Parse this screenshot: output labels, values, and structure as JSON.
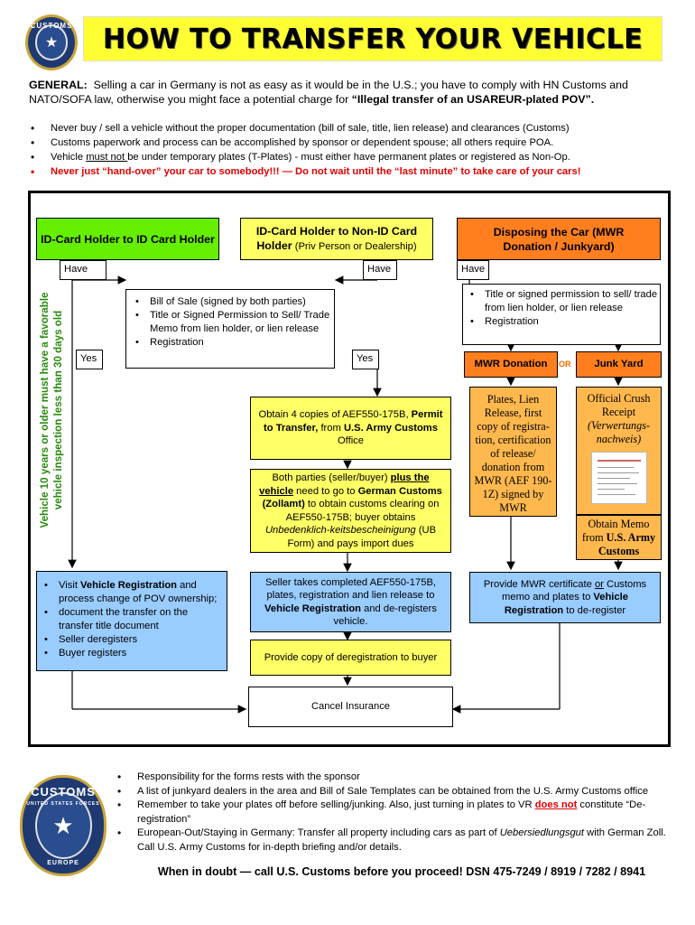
{
  "logo_top": {
    "arc_text": "CUSTOMS"
  },
  "title": "HOW TO  TRANSFER YOUR VEHICLE",
  "general": {
    "label": "GENERAL:",
    "text": "Selling a car in Germany is not as easy as it would be in the U.S.; you have to comply with HN Customs and NATO/SOFA law, otherwise you might face a potential charge for ",
    "emphasis": "“Illegal transfer of an USAREUR-plated POV”."
  },
  "top_bullets": [
    "Never buy / sell a vehicle without the proper documentation (bill of sale, title, lien release) and clearances (Customs)",
    "Customs paperwork and process can be accomplished by sponsor or dependent spouse; all others require POA.",
    {
      "pre": "Vehicle ",
      "underline": "must not ",
      "post": "be under temporary plates (T-Plates) - must either have permanent plates or registered as Non-Op."
    },
    "Never just “hand-over” your car to somebody!!! — Do not wait until the “last minute” to take care of your cars!"
  ],
  "flow": {
    "col1_header": "ID-Card Holder to ID Card Holder",
    "col2_header_bold": "ID-Card Holder to Non-ID Card Holder",
    "col2_header_rest": " (Priv Person or Dealership)",
    "col3_header": "Disposing the Car (MWR Donation / Junkyard)",
    "have": "Have",
    "yes": "Yes",
    "side_line1": "Vehicle 10 years or older must have a favorable",
    "side_line2": "vehicle  inspection less than  30 days old",
    "shared_requirements": [
      "Bill of Sale (signed by both parties)",
      "Title or Signed Permission to Sell/ Trade Memo from lien holder, or lien release",
      "Registration"
    ],
    "disposal_requirements": [
      "Title or signed permission to sell/ trade from lien holder, or lien release",
      "Registration"
    ],
    "mwr_label": "MWR Donation",
    "or_label": "OR",
    "junk_label": "Junk Yard",
    "mwr_docs": "Plates, Lien Release, first copy of registra-tion, certification of release/ donation from MWR (AEF 190-1Z) signed by MWR",
    "junk_receipt_line1": "Official Crush Receipt",
    "junk_receipt_line2": "(Verwertungs-nachweis)",
    "junk_memo_pre": "Obtain Memo from ",
    "junk_memo_bold": "U.S. Army Customs",
    "aef_pre": "Obtain 4 copies of AEF550-175B, ",
    "aef_bold1": "Permit to Transfer,",
    "aef_mid": " from ",
    "aef_bold2": "U.S. Army Customs",
    "aef_post": " Office",
    "zoll_pre": "Both parties (seller/buyer) ",
    "zoll_bold_ul": "plus the vehicle",
    "zoll_mid": " need to go to ",
    "zoll_bold": "German Customs (Zollamt)",
    "zoll_mid2": " to obtain customs clearing on AEF550-175B; buyer obtains ",
    "zoll_italic": "Unbedenklich-keitsbescheinigung",
    "zoll_post": " (UB Form) and pays import dues",
    "col1_steps": [
      {
        "pre": "Visit ",
        "bold": "Vehicle Registration",
        "post": " and process change of POV ownership;"
      },
      {
        "pre": "document the transfer on the transfer title document",
        "bold": "",
        "post": ""
      },
      {
        "pre": "Seller deregisters",
        "bold": "",
        "post": ""
      },
      {
        "pre": "Buyer registers",
        "bold": "",
        "post": ""
      }
    ],
    "seller_pre": "Seller takes completed AEF550-175B, plates, registration and lien release to ",
    "seller_bold": "Vehicle Registration",
    "seller_post": " and de-registers vehicle.",
    "copy_dereg": "Provide copy of deregistration to buyer",
    "mwr_cert_pre": "Provide MWR certificate ",
    "mwr_cert_ul": "or",
    "mwr_cert_mid": " Customs memo and plates to ",
    "mwr_cert_bold": "Vehicle Registration",
    "mwr_cert_post": " to de-register",
    "cancel_insurance": "Cancel Insurance"
  },
  "logo_bottom": {
    "arc_text": "CUSTOMS",
    "ring_text": "UNITED STATES FORCES",
    "bottom_text": "EUROPE"
  },
  "bottom_bullets": [
    "Responsibility for the forms rests with the sponsor",
    "A list of junkyard dealers in the area and Bill of Sale Templates can be obtained from the U.S. Army Customs office",
    {
      "pre": "Remember to take your plates off before selling/junking.  Also, just turning in plates to VR ",
      "red": "does not",
      "post": " constitute “De-registration”"
    },
    {
      "pre": "European-Out/Staying in Germany: Transfer all property including cars as part of ",
      "italic": "Uebersiedlungsgut",
      "post": " with German Zoll.  Call U.S. Army Customs for in-depth briefing and/or details."
    }
  ],
  "footer": "When in doubt — call U.S. Customs before you proceed!  DSN 475-7249 / 8919 / 7282 / 8941",
  "colors": {
    "title_bg": "#ffff33",
    "green_box": "#66ee00",
    "yellow_box": "#ffff66",
    "orange_box": "#ff7f1e",
    "light_orange_box": "#ffb84d",
    "blue_box": "#99ccff",
    "warning_red": "#e00000",
    "side_text_green": "#2a8a0e"
  }
}
